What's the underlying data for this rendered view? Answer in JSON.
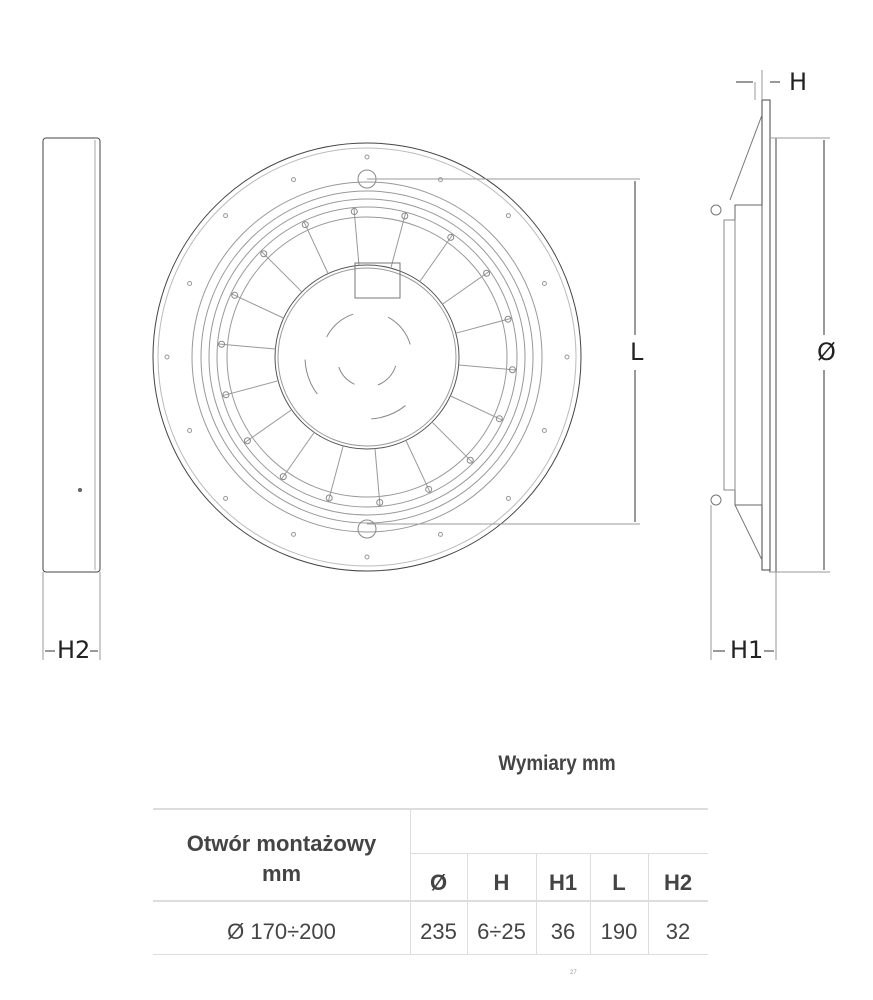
{
  "drawing": {
    "labels": {
      "H": "H",
      "L": "L",
      "diameter": "Ø",
      "H1": "H1",
      "H2": "H2"
    }
  },
  "table": {
    "title": "Wymiary mm",
    "row_header_line1": "Otwór montażowy",
    "row_header_line2": "mm",
    "columns": [
      "Ø",
      "H",
      "H1",
      "L",
      "H2"
    ],
    "row": {
      "opening": "Ø 170÷200",
      "values": [
        "235",
        "6÷25",
        "36",
        "190",
        "32"
      ]
    }
  },
  "page_number": "27"
}
